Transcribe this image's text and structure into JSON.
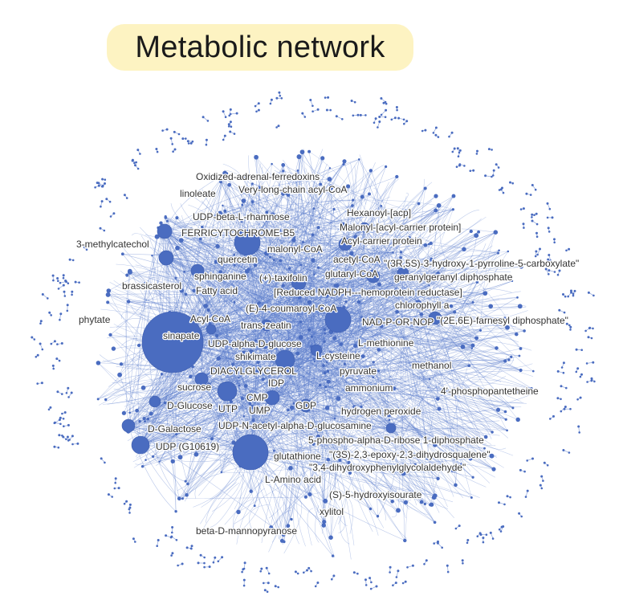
{
  "title": "Metabolic network",
  "colors": {
    "node": "#4a6cc0",
    "edge": "#5a7ccc",
    "title_bg": "#fdf3c2",
    "label": "#333333"
  },
  "labels": [
    "Oxidized-adrenal-ferredoxins",
    "linoleate",
    "Very-long-chain acyl-CoA",
    "Hexanoyl-[acp]",
    "UDP-beta-L-rhamnose",
    "Malonyl-[acyl-carrier protein]",
    "FERRICYTOCHROME-B5",
    "Acyl-carrier protein",
    "3-methylcatechol",
    "malonyl-CoA",
    "acetyl-CoA",
    "quercetin",
    "\"(3R,5S)-3-hydroxy-1-pyrroline-5-carboxylate\"",
    "sphinganine",
    "(+)-taxifolin",
    "glutaryl-CoA",
    "geranylgeranyl diphosphate",
    "brassicasterol",
    "Fatty acid",
    "[Reduced NADPH---hemoprotein reductase]",
    "chlorophyll a",
    "(E)-4-coumaroyl-CoA",
    "phytate",
    "Acyl-CoA",
    "NAD-P-OR-NOP",
    "\"(2E,6E)-farnesyl diphosphate\"",
    "trans-zeatin",
    "sinapate",
    "L-methionine",
    "UDP-alpha-D-glucose",
    "shikimate",
    "L-cysteine",
    "methanol",
    "DIACYLGLYCEROL",
    "pyruvate",
    "IDP",
    "sucrose",
    "ammonium",
    "4'-phosphopantetheine",
    "CMP",
    "D-Glucose",
    "UTP",
    "UMP",
    "GDP",
    "hydrogen peroxide",
    "UDP-N-acetyl-alpha-D-glucosamine",
    "D-Galactose",
    "5-phospho-alpha-D-ribose 1-diphosphate",
    "UDP (G10619)",
    "glutathione",
    "\"(3S)-2,3-epoxy-2,3-dihydrosqualene\"",
    "\"3,4-dihydroxyphenylglycolaldehyde\"",
    "L-Amino acid",
    "(S)-5-hydroxyisourate",
    "xylitol",
    "beta-D-mannopyranose"
  ]
}
